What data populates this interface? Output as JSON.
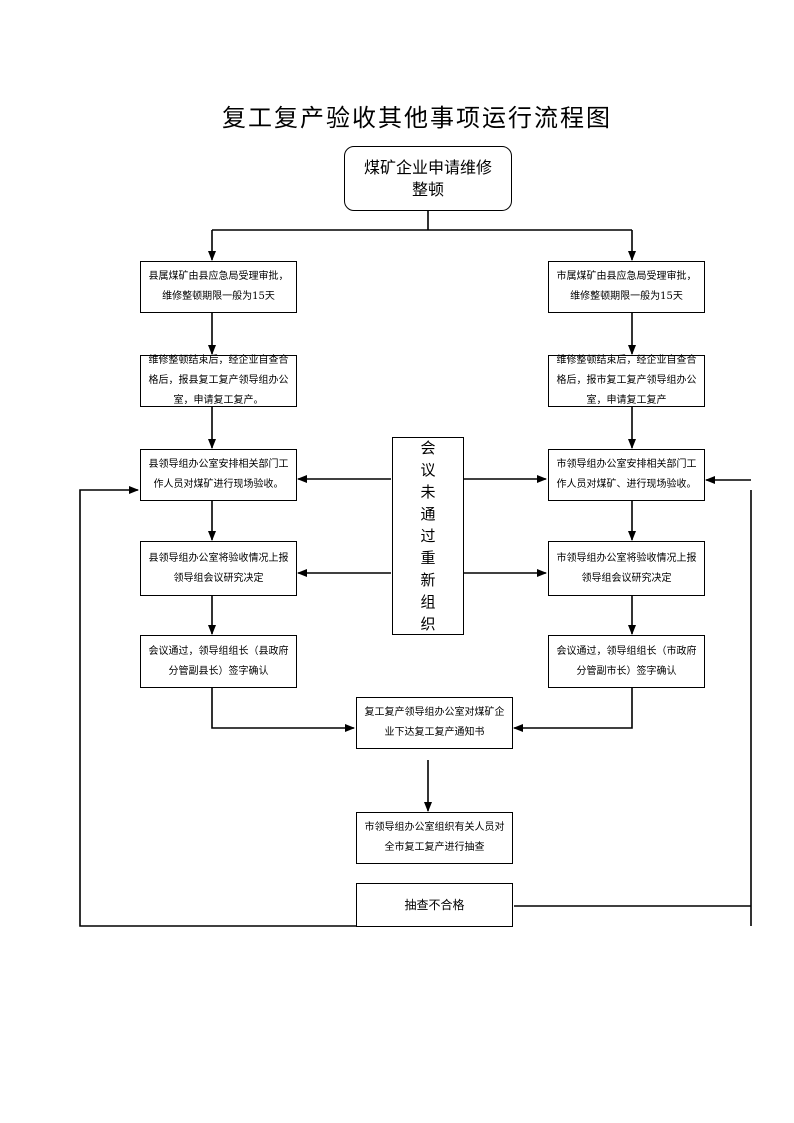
{
  "title": "复工复产验收其他事项运行流程图",
  "start": "煤矿企业申请维修整顿",
  "left": {
    "approval": "县属煤矿由县应急局受理审批，维修整顿期限一般为15天",
    "selfcheck": "维修整顿结束后，经企业自查合格后，报县复工复产领导组办公室，申请复工复产。",
    "inspection": "县领导组办公室安排相关部门工作人员对煤矿进行现场验收。",
    "report": "县领导组办公室将验收情况上报领导组会议研究决定",
    "sign": "会议通过，领导组组长（县政府分管副县长）签字确认"
  },
  "right": {
    "approval": "市属煤矿由县应急局受理审批，维修整顿期限一般为15天",
    "selfcheck": "维修整顿结束后，经企业自查合格后，报市复工复产领导组办公室，申请复工复产",
    "inspection": "市领导组办公室安排相关部门工作人员对煤矿、进行现场验收。",
    "report": "市领导组办公室将验收情况上报领导组会议研究决定",
    "sign": "会议通过，领导组组长（市政府分管副市长）签字确认"
  },
  "meeting": "会议未通过重新组织",
  "notice": "复工复产领导组办公室对煤矿企业下达复工复产通知书",
  "spotcheck": "市领导组办公室组织有关人员对全市复工复产进行抽查",
  "fail": "抽查不合格",
  "colors": {
    "line": "#000000",
    "background": "#ffffff"
  }
}
